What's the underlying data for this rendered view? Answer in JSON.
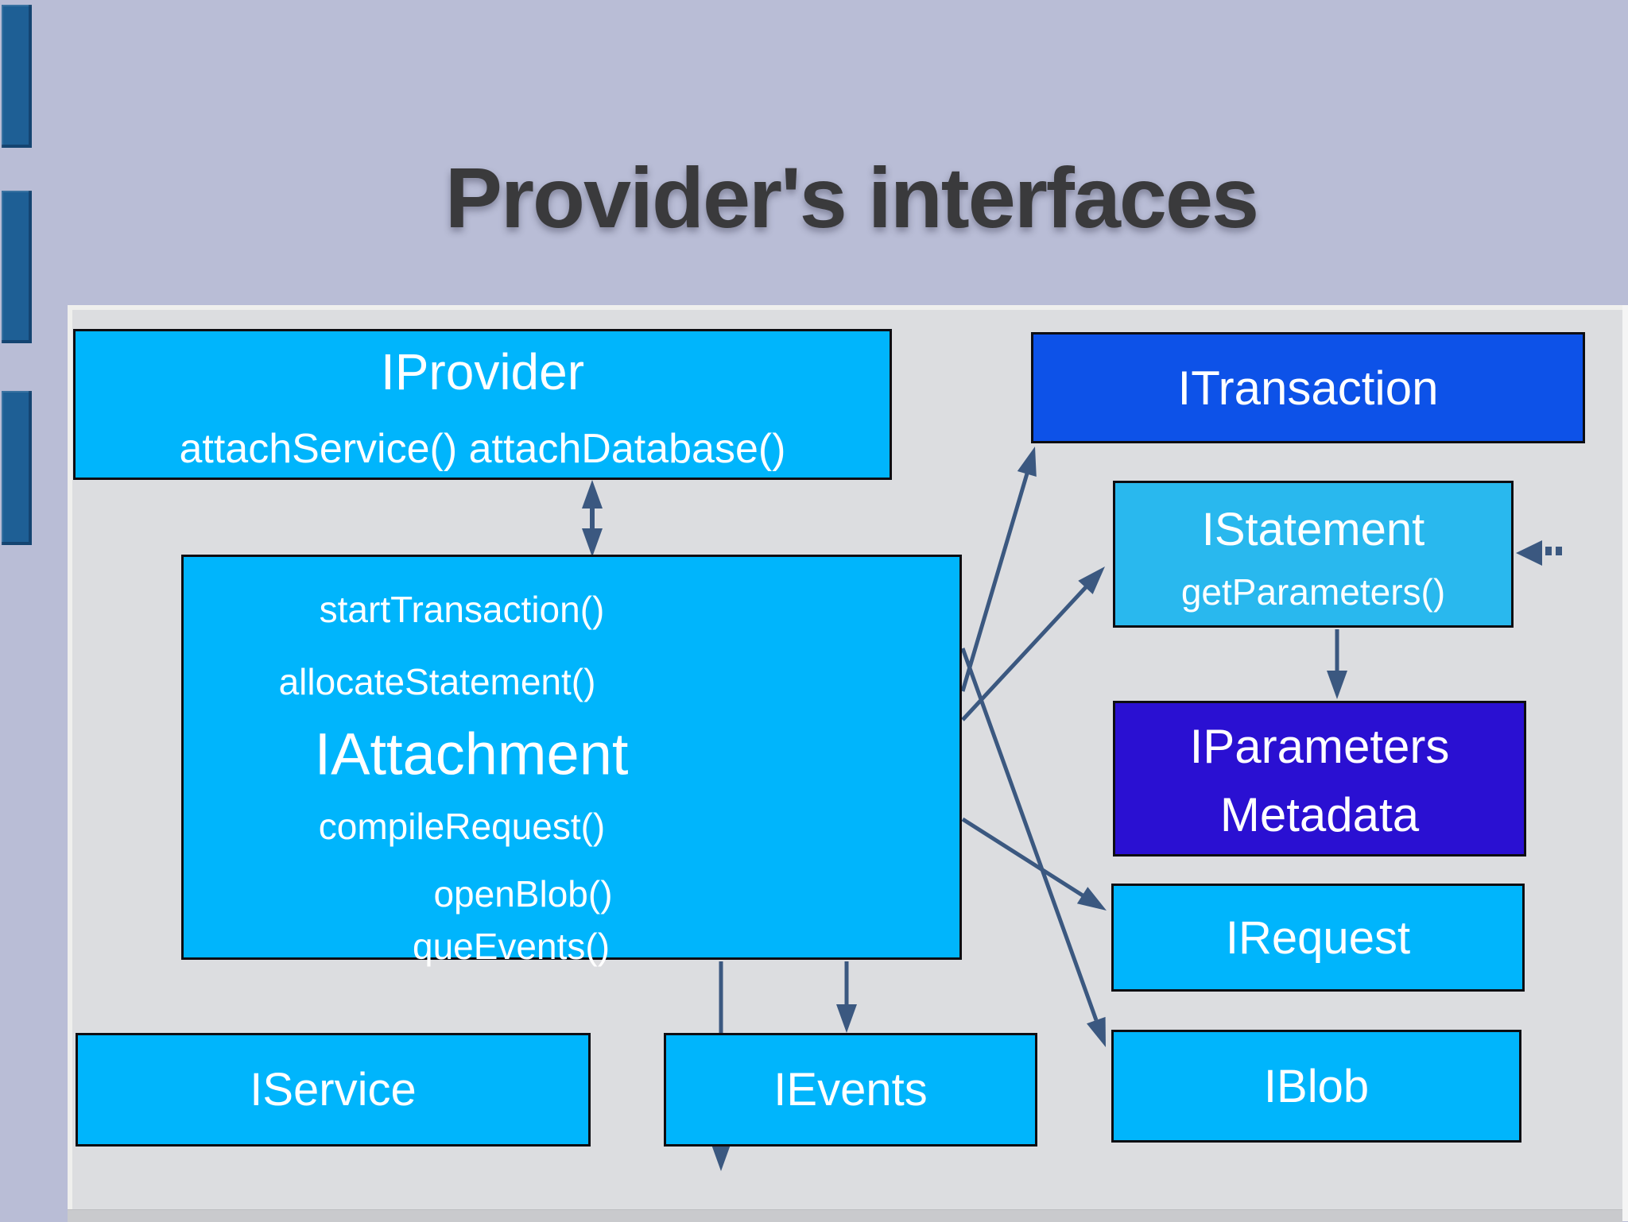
{
  "slide": {
    "title": "Provider's interfaces"
  },
  "colors": {
    "background_lavender": "#b9bdd6",
    "panel_gray": "#dcdde0",
    "box_cyan": "#00b5fc",
    "statement_cyan": "#29b8ee",
    "transaction_blue": "#0d52e8",
    "parameters_deep_blue": "#2a10d2",
    "arrow_slate": "#3b5880",
    "sidebar_bar_blue": "#1e5f95",
    "title_text": "#3a3a3c",
    "box_text": "#ffffff"
  },
  "boxes": {
    "provider": {
      "title": "IProvider",
      "methods": "attachService() attachDatabase()"
    },
    "transaction": {
      "title": "ITransaction"
    },
    "statement": {
      "title": "IStatement",
      "methods": "getParameters()"
    },
    "attachment": {
      "lines": [
        {
          "text": "startTransaction()"
        },
        {
          "text": "allocateStatement()"
        },
        {
          "text": "IAttachment"
        },
        {
          "text": "compileRequest()"
        },
        {
          "text": "openBlob()"
        },
        {
          "text": "queEvents()"
        }
      ]
    },
    "parameters_metadata": {
      "line1": "IParameters",
      "line2": "Metadata"
    },
    "request": {
      "title": "IRequest"
    },
    "blob": {
      "title": "IBlob"
    },
    "service": {
      "title": "IService"
    },
    "events": {
      "title": "IEvents"
    }
  }
}
